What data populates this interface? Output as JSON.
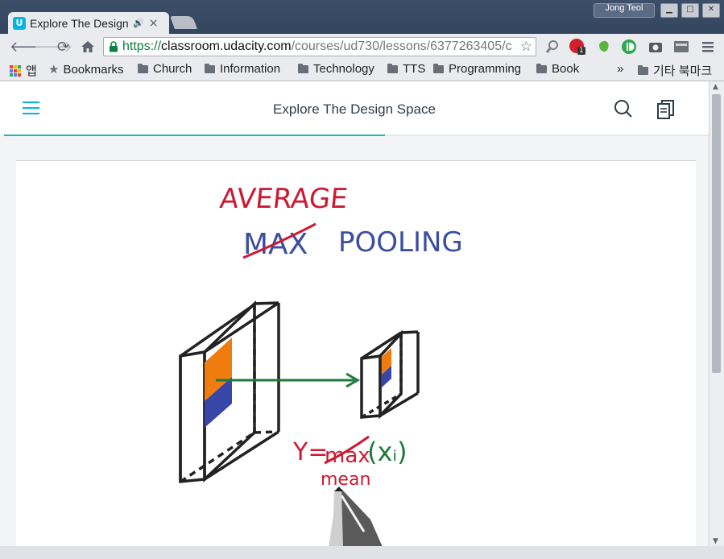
{
  "browser": {
    "tab_title": "Explore The Design Space",
    "tab_favicon": "U",
    "tab_audio_icon": "🔊",
    "tab_close": "×",
    "profile_name": "Jong Teol",
    "url": {
      "scheme": "https://",
      "host": "classroom.udacity.com",
      "path": "/courses/ud730/lessons/6377263405/c"
    },
    "extension_badge": "1",
    "bookmarks_overflow": "»",
    "bookmarks": [
      {
        "label": "앱"
      },
      {
        "label": "Bookmarks"
      },
      {
        "label": "Church"
      },
      {
        "label": "Information"
      },
      {
        "label": "Technology"
      },
      {
        "label": "TTS"
      },
      {
        "label": "Programming"
      },
      {
        "label": "Book"
      }
    ],
    "other_bookmarks": "기타 북마크"
  },
  "page": {
    "title": "Explore The Design Space",
    "progress_fraction": 0.54
  },
  "video": {
    "heading_average": "AVERAGE",
    "heading_max": "MAX",
    "heading_pooling": "POOLING",
    "formula_y": "Y=",
    "formula_max": "max",
    "formula_args": "(xᵢ)",
    "formula_mean": "mean"
  },
  "colors": {
    "accent": "#02b3e4",
    "progress": "#1fb5c4",
    "ink_red": "#cc1a33",
    "ink_blue": "#3c4ea0",
    "ink_green": "#1d7a3a",
    "orange_patch": "#f07b0e",
    "blue_patch": "#3846a8"
  }
}
